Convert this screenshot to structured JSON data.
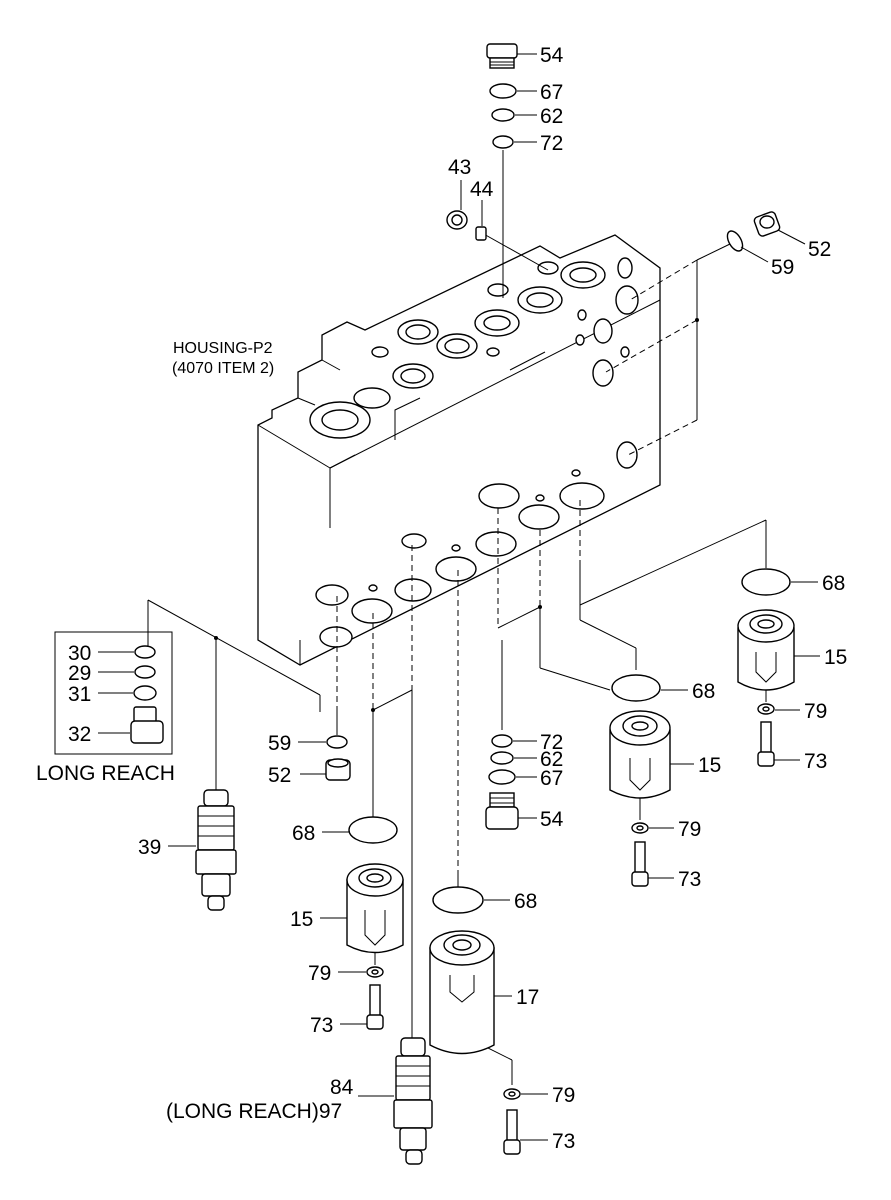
{
  "housing": {
    "title": "HOUSING-P2",
    "subtitle": "(4070 ITEM 2)"
  },
  "long_reach": {
    "box_label": "LONG REACH",
    "note": "(LONG REACH)97"
  },
  "callouts": {
    "c54_top": "54",
    "c67_top": "67",
    "c62_top": "62",
    "c72_top": "72",
    "c43": "43",
    "c44": "44",
    "c52_top": "52",
    "c59_top": "59",
    "c30": "30",
    "c29": "29",
    "c31": "31",
    "c32": "32",
    "c59_mid": "59",
    "c52_mid": "52",
    "c39": "39",
    "c68_left": "68",
    "c15_left": "15",
    "c79_left": "79",
    "c73_left": "73",
    "c84": "84",
    "c72_mid": "72",
    "c62_mid": "62",
    "c67_mid": "67",
    "c54_mid": "54",
    "c68_center": "68",
    "c17": "17",
    "c79_center": "79",
    "c73_center": "73",
    "c68_midright": "68",
    "c15_midright": "15",
    "c79_midright": "79",
    "c73_midright": "73",
    "c68_right": "68",
    "c15_right": "15",
    "c79_right": "79",
    "c73_right": "73"
  }
}
